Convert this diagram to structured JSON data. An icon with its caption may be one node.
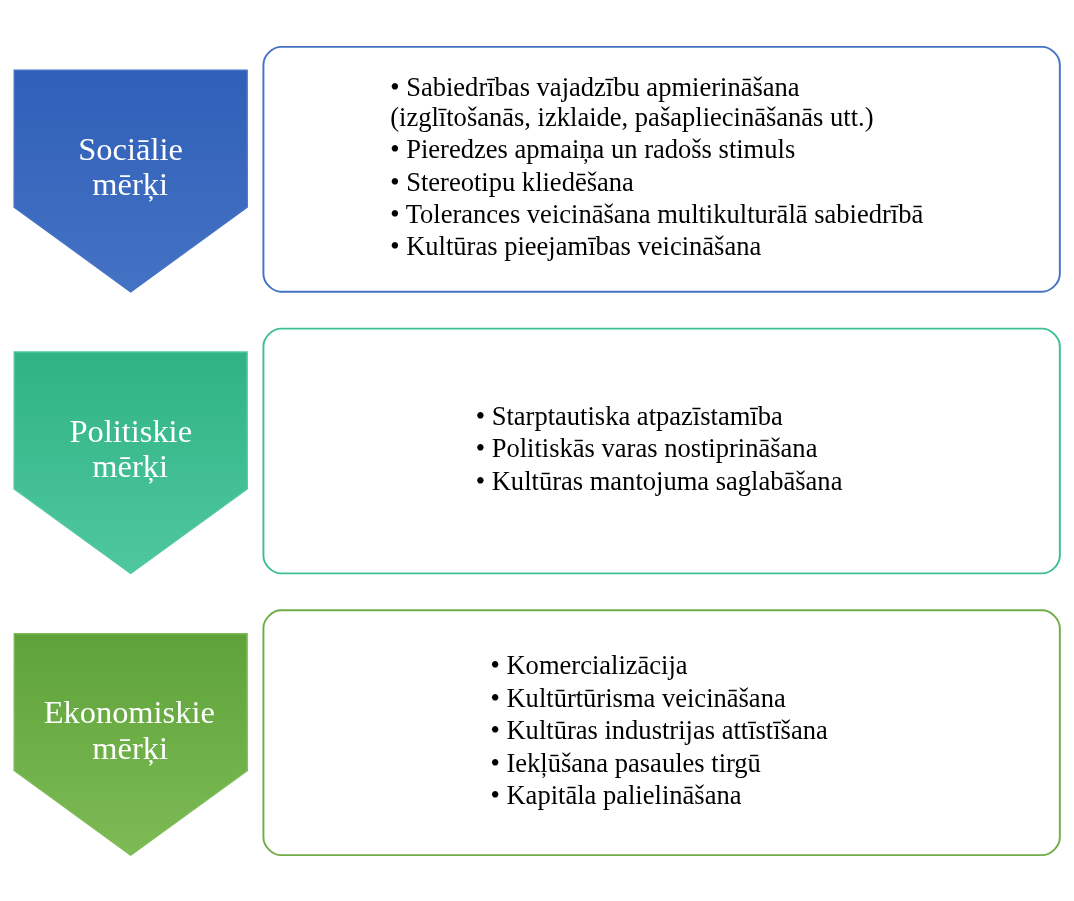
{
  "diagram": {
    "nodes": [
      {
        "text": [
          "Sociālie mērķi"
        ]
      },
      {
        "text": [
          "• Sabiedrības vajadzību apmierināšana (izglītošanās, izklaide, pašapliecināšanās utt.)",
          "• Pieredzes apmaiņa un radošs stimuls",
          "• Stereotipu kliedēšana",
          "• Tolerances veicināšana multikulturālā sabiedrībā",
          "• Kultūras pieejamības veicināšana"
        ]
      },
      {
        "text": [
          "Politiskie mērķi"
        ]
      },
      {
        "text": [
          "• Starptautiska atpazīstamība",
          "• Politiskās varas nostiprināšana",
          "• Kultūras mantojuma saglabāšana"
        ]
      },
      {
        "text": [
          "Ekonomiskie mērķi"
        ]
      },
      {
        "text": [
          "• Komercializācija",
          "• Kultūrtūrisma veicināšana",
          "• Kultūras industrijas attīstīšana",
          "• Iekļūšana pasaules tirgū",
          "• Kapitāla palielināšana"
        ]
      }
    ]
  }
}
